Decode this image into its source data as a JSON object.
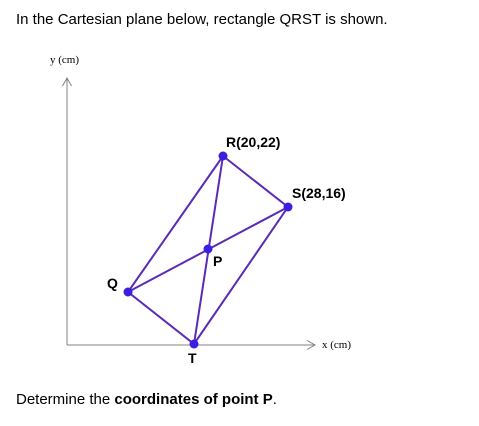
{
  "question_text": "In the Cartesian plane below, rectangle QRST is shown.",
  "diagram": {
    "y_axis_label": "y (cm)",
    "x_axis_label": "x (cm)",
    "shape_color": "#5b2bb3",
    "point_color": "#3b1fe0",
    "points": {
      "Q": "Q",
      "R": "R(20,22)",
      "S": "S(28,16)",
      "T": "T",
      "P": "P"
    }
  },
  "prompt": {
    "before": "Determine the ",
    "bold": "coordinates of point P",
    "after": "."
  }
}
